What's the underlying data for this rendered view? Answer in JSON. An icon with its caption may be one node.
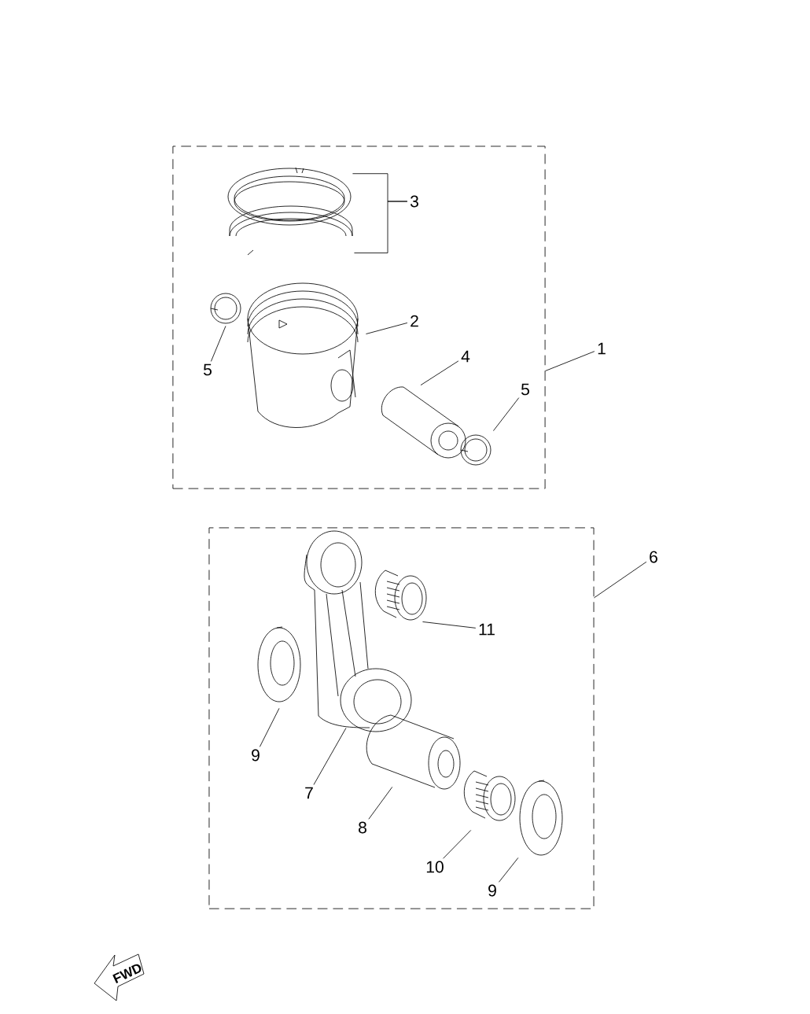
{
  "diagram": {
    "nodes": [
      {
        "text": [
          "1"
        ]
      },
      {
        "text": [],
        "shape": "box"
      },
      {
        "text": [],
        "shape": "picture",
        "in": 1
      },
      {
        "text": [],
        "shape": "picture",
        "in": 1
      },
      {
        "text": [
          "3"
        ],
        "in": 1
      },
      {
        "text": [],
        "shape": "picture",
        "in": 1
      },
      {
        "text": [
          "2"
        ],
        "in": 1
      },
      {
        "text": [],
        "shape": "picture",
        "in": 1
      },
      {
        "text": [
          "5"
        ],
        "in": 1
      },
      {
        "text": [],
        "shape": "picture",
        "in": 1
      },
      {
        "text": [
          "4"
        ],
        "in": 1
      },
      {
        "text": [],
        "shape": "picture",
        "in": 1
      },
      {
        "text": [
          "5"
        ],
        "in": 1
      },
      {
        "text": [
          "6"
        ]
      },
      {
        "text": [],
        "shape": "box"
      },
      {
        "text": [],
        "shape": "picture",
        "in": 14
      },
      {
        "text": [],
        "shape": "picture",
        "in": 14
      },
      {
        "text": [
          "11"
        ],
        "in": 14
      },
      {
        "text": [],
        "shape": "picture",
        "in": 14
      },
      {
        "text": [
          "9"
        ],
        "in": 14
      },
      {
        "text": [
          "7"
        ],
        "in": 14
      },
      {
        "text": [],
        "shape": "picture",
        "in": 14
      },
      {
        "text": [
          "8"
        ],
        "in": 14
      },
      {
        "text": [],
        "shape": "picture",
        "in": 14
      },
      {
        "text": [
          "10"
        ],
        "in": 14
      },
      {
        "text": [],
        "shape": "picture",
        "in": 14
      },
      {
        "text": [
          "9"
        ],
        "in": 14
      }
    ],
    "edges": [
      {
        "from": 0,
        "to": 1,
        "arrow": "none"
      },
      {
        "from": 4,
        "to": 2,
        "arrow": "none"
      },
      {
        "from": 4,
        "to": 3,
        "arrow": "none"
      },
      {
        "from": 6,
        "to": 5,
        "arrow": "none"
      },
      {
        "from": 8,
        "to": 7,
        "arrow": "none"
      },
      {
        "from": 10,
        "to": 9,
        "arrow": "none"
      },
      {
        "from": 12,
        "to": 11,
        "arrow": "none"
      },
      {
        "from": 13,
        "to": 14,
        "arrow": "none"
      },
      {
        "from": 17,
        "to": 16,
        "arrow": "none"
      },
      {
        "from": 19,
        "to": 18,
        "arrow": "none"
      },
      {
        "from": 20,
        "to": 15,
        "arrow": "none"
      },
      {
        "from": 22,
        "to": 21,
        "arrow": "none"
      },
      {
        "from": 24,
        "to": 23,
        "arrow": "none"
      },
      {
        "from": 26,
        "to": 25,
        "arrow": "none"
      }
    ],
    "labels": [
      "FWD"
    ]
  }
}
